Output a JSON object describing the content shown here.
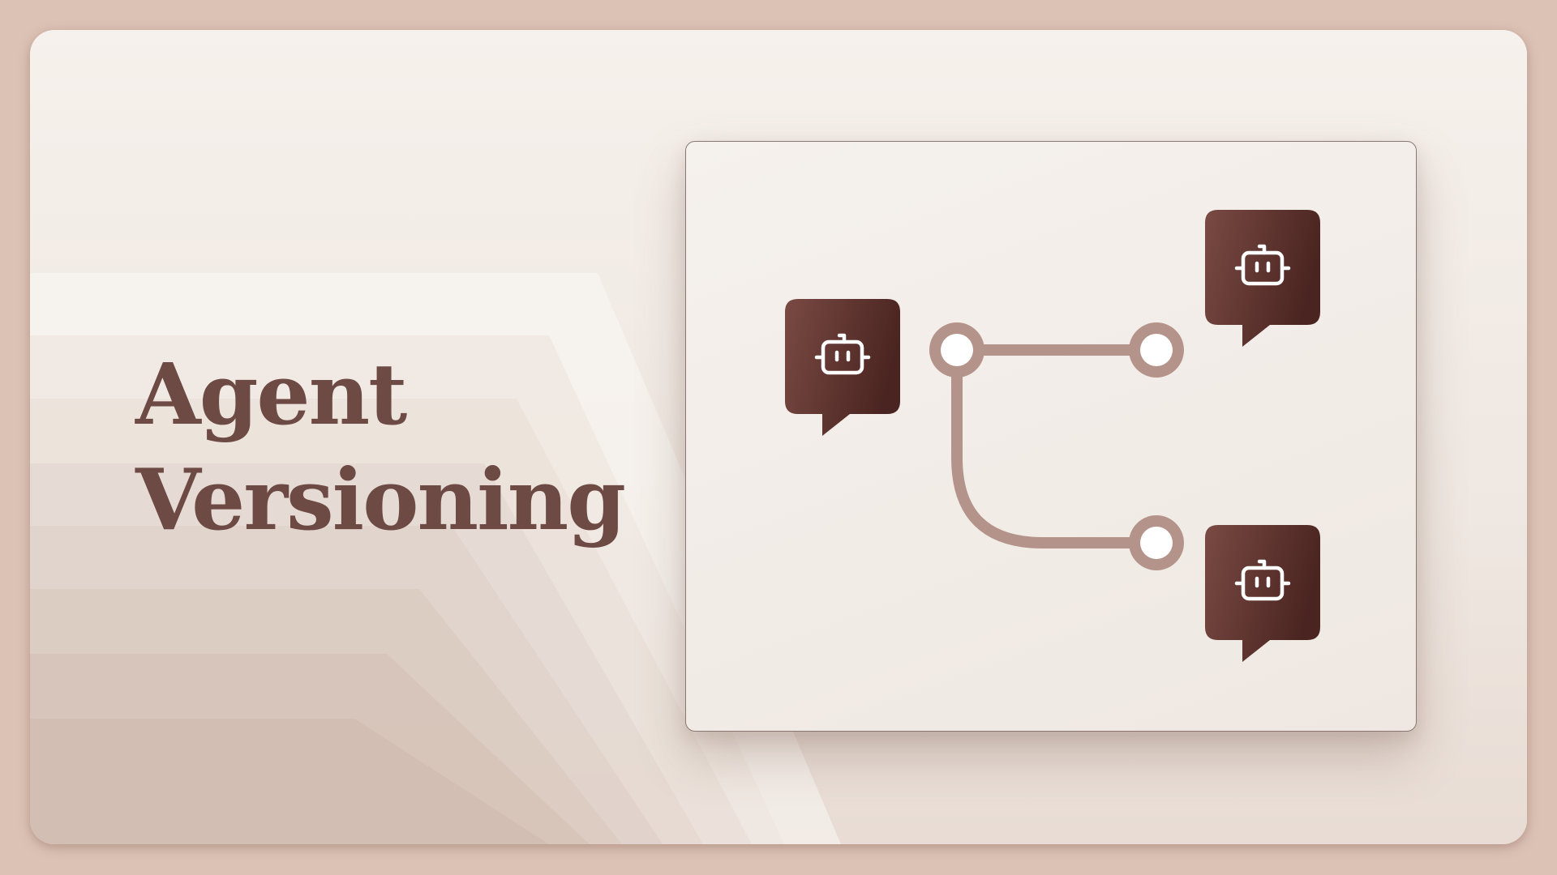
{
  "title": {
    "line1": "Agent",
    "line2": "Versioning"
  },
  "colors": {
    "page_border": "#dcc2b5",
    "title_text": "#6e4a44",
    "connector": "#b4948a",
    "node_fill": "#ffffff",
    "agent_bubble_dark": "#4a2420",
    "agent_bubble_light": "#7a4a44",
    "panel_border": "#8a7672"
  },
  "diagram": {
    "agents": [
      {
        "id": "base-agent",
        "icon": "robot-icon"
      },
      {
        "id": "version-a-agent",
        "icon": "robot-icon"
      },
      {
        "id": "version-b-agent",
        "icon": "robot-icon"
      }
    ],
    "nodes": [
      "origin-node",
      "branch-node-top",
      "branch-node-bottom"
    ]
  }
}
